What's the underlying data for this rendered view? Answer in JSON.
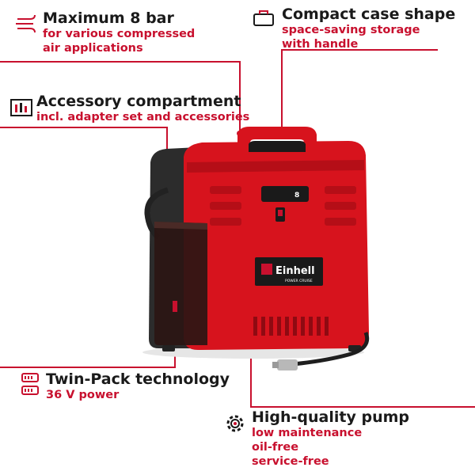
{
  "features": {
    "max_pressure": {
      "title": "Maximum 8 bar",
      "lines": [
        "for various compressed",
        "air applications"
      ],
      "icon": "air-flow-icon"
    },
    "compact_case": {
      "title": "Compact case shape",
      "lines": [
        "space-saving storage",
        "with handle"
      ],
      "icon": "case-icon"
    },
    "accessory": {
      "title": "Accessory compartment",
      "lines": [
        "incl. adapter set and accessories"
      ],
      "icon": "tools-icon"
    },
    "twin_pack": {
      "title": "Twin-Pack technology",
      "lines": [
        "36 V power"
      ],
      "icon": "battery-icon"
    },
    "pump": {
      "title": "High-quality pump",
      "lines": [
        "low maintenance",
        "oil-free",
        "service-free"
      ],
      "icon": "gear-icon"
    }
  },
  "product": {
    "brand": "Einhell",
    "model": "POWER CRUISE",
    "display_pressure": "8",
    "icon": "air-compressor-image"
  },
  "colors": {
    "accent": "#c8102e",
    "body_red": "#d7131d",
    "dark": "#2a2a2a"
  }
}
